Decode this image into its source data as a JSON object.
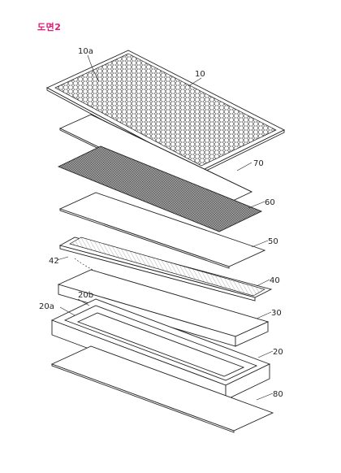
{
  "figure_title": "도면2",
  "references": {
    "r10": "10",
    "r10a": "10a",
    "r70": "70",
    "r60": "60",
    "r50": "50",
    "r40": "40",
    "r42": "42",
    "r30": "30",
    "r20": "20",
    "r20a": "20a",
    "r20b": "20b",
    "r80": "80"
  },
  "colors": {
    "title": "#e0187a",
    "line": "#222222",
    "mesh_fill": "#8c8c8c"
  }
}
